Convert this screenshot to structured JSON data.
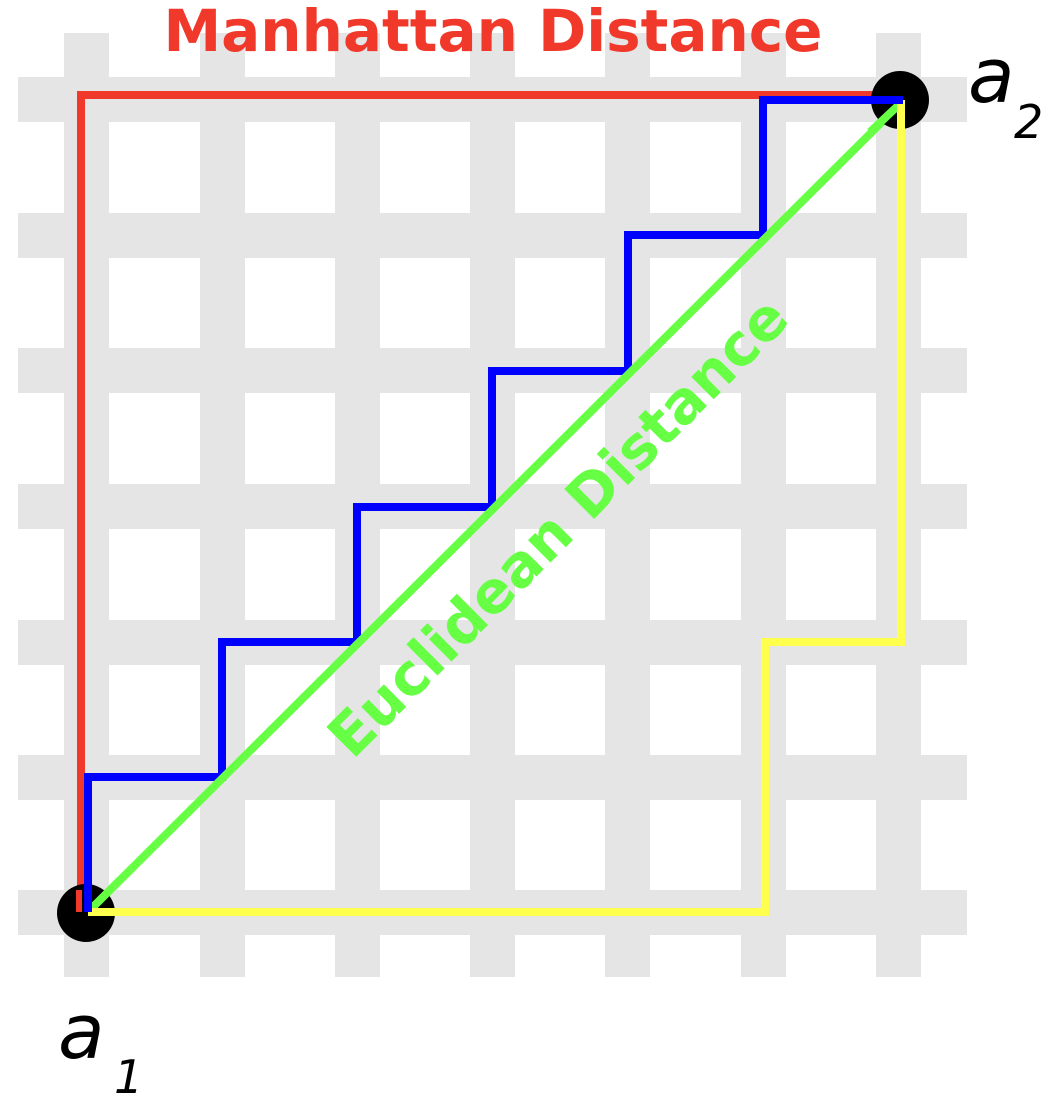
{
  "title": "Manhattan Distance",
  "euclidean_label": "Euclidean Distance",
  "point_start": {
    "letter": "a",
    "subscript": "1"
  },
  "point_end": {
    "letter": "a",
    "subscript": "2"
  },
  "colors": {
    "grid": "#e5e5e5",
    "manhattan_path": "#f0392b",
    "staircase_path": "#0000ff",
    "alt_path": "#ffff4d",
    "euclidean": "#66ff44",
    "title": "#f0392b",
    "point": "#000000"
  }
}
